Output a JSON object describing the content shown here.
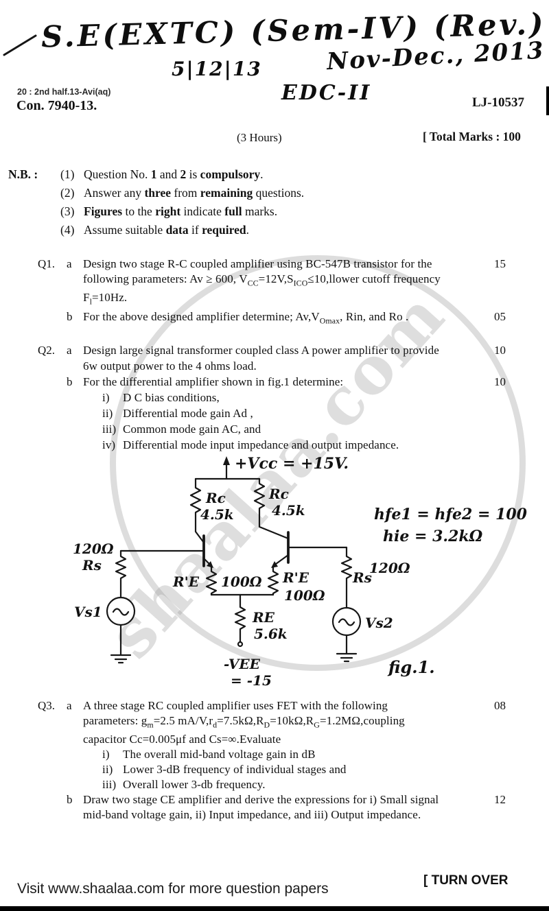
{
  "header": {
    "handwritten_title": "S.E(EXTC) (Sem-IV) (Rev.)",
    "handwritten_date": "5|12|13",
    "handwritten_session": "Nov-Dec., 2013",
    "handwritten_subject": "EDC-II",
    "print_code_small": "20 : 2nd  half.13-Avi(aq)",
    "print_con_no": "Con. 7940-13.",
    "print_paper_no": "LJ-10537",
    "duration": "(3 Hours)",
    "total_marks": "[ Total Marks : 100"
  },
  "nb": {
    "label": "N.B. :",
    "items": [
      {
        "num": "(1)",
        "html": "Question No. <b>1</b> and <b>2</b> is <b>compulsory</b>."
      },
      {
        "num": "(2)",
        "html": "Answer any <b>three</b> from <b>remaining</b> questions."
      },
      {
        "num": "(3)",
        "html": "<b>Figures</b> to the <b>right</b> indicate <b>full</b> marks."
      },
      {
        "num": "(4)",
        "html": "Assume suitable <b>data</b> if <b>required</b>."
      }
    ]
  },
  "questions": [
    {
      "no": "Q1.",
      "parts": [
        {
          "label": "a",
          "marks": "15",
          "lines": [
            "Design two stage R-C coupled amplifier using BC-547B transistor for the",
            "following parameters: Av &ge; 600, V<sub>CC</sub>=12V,S<sub>ICO</sub>&le;10,llower cutoff frequency",
            "F<sub>l</sub>=10Hz."
          ]
        },
        {
          "label": "b",
          "marks": "05",
          "lines": [
            "For the above designed amplifier determine; Av,V<sub>Omax</sub>, Rin, and Ro ."
          ]
        }
      ]
    },
    {
      "no": "Q2.",
      "parts": [
        {
          "label": "a",
          "marks": "10",
          "lines": [
            "Design large signal transformer coupled class A power amplifier to provide",
            "6w output power to the 4 ohms load."
          ]
        },
        {
          "label": "b",
          "marks": "10",
          "lines": [
            "For the differential amplifier shown in fig.1 determine:"
          ],
          "subitems": [
            {
              "num": "i)",
              "text": "D C bias conditions,"
            },
            {
              "num": "ii)",
              "text": "Differential mode gain Ad ,"
            },
            {
              "num": "iii)",
              "text": "Common mode gain AC, and"
            },
            {
              "num": "iv)",
              "text": "Differential mode input impedance and output impedance."
            }
          ]
        }
      ]
    },
    {
      "no": "Q3.",
      "parts": [
        {
          "label": "a",
          "marks": "08",
          "lines": [
            "A three stage RC coupled amplifier uses FET with the following",
            "parameters: g<sub>m</sub>=2.5 mA/V,r<sub>d</sub>=7.5kΩ,R<sub>D</sub>=10kΩ,R<sub>G</sub>=1.2MΩ,coupling",
            "capacitor Cc=0.005μf and Cs=∞.Evaluate"
          ],
          "subitems": [
            {
              "num": "i)",
              "text": "The overall mid-band voltage gain in dB"
            },
            {
              "num": "ii)",
              "text": "Lower 3-dB frequency of individual stages and"
            },
            {
              "num": "iii)",
              "text": "Overall lower 3-db frequency."
            }
          ]
        },
        {
          "label": "b",
          "marks": "12",
          "lines": [
            "Draw two stage CE amplifier and derive the expressions for i) Small signal",
            "mid-band voltage gain, ii) Input impedance, and iii) Output impedance."
          ]
        }
      ]
    }
  ],
  "figure": {
    "vcc": "+Vcc = +15V.",
    "rc_left_name": "Rc",
    "rc_left_value": "4.5k",
    "rc_right_name": "Rc",
    "rc_right_value": "4.5k",
    "re_prime_left_name": "R'E",
    "re_prime_left_value": "100Ω",
    "re_prime_right_name": "R'E",
    "re_prime_right_value": "100Ω",
    "re_name": "RE",
    "re_value": "5.6k",
    "vee_line1": "-VEE",
    "vee_line2": "= -15",
    "rs_left_value": "120Ω",
    "rs_left_name": "Rs",
    "rs_right_name": "Rs",
    "rs_right_value": "120Ω",
    "vs1": "Vs1",
    "vs2": "Vs2",
    "hfe": "hfe1 = hfe2 = 100",
    "hie": "hie = 3.2kΩ",
    "caption": "fig.1."
  },
  "watermark": {
    "text": "shaalaa.com"
  },
  "footer": {
    "left": "Visit www.shaalaa.com for more question papers",
    "right": "[ TURN OVER"
  }
}
